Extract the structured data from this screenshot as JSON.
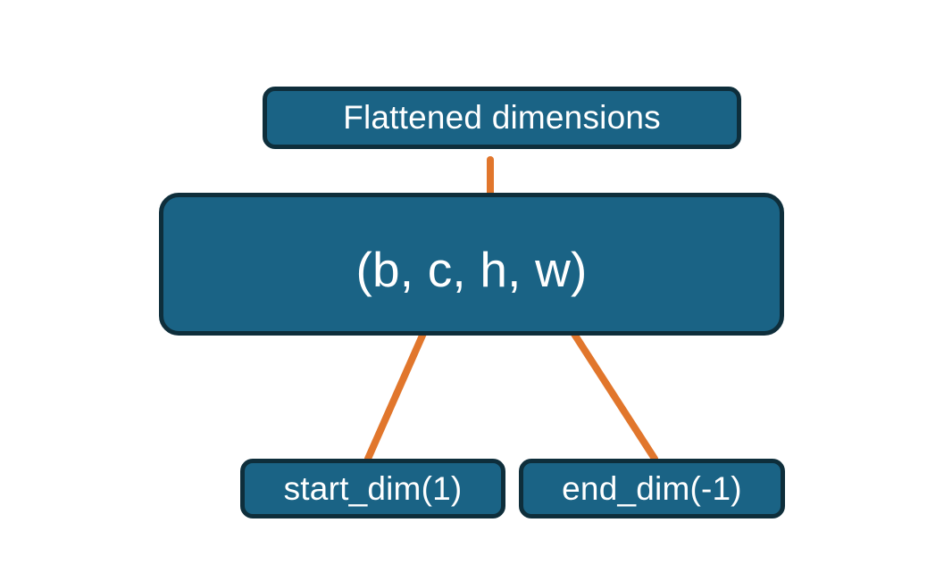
{
  "diagram": {
    "title_text": "Flattened dimensions",
    "shape_text": "(b, c, h, w)",
    "start_dim_text": "start_dim(1)",
    "end_dim_text": "end_dim(-1)",
    "colors": {
      "box_fill": "#1A6385",
      "box_border": "#0E2E3B",
      "box_text": "#FFFFFF",
      "connector": "#E1762C",
      "background": "#FFFFFF"
    },
    "connectors": [
      {
        "name": "brace-to-flattened",
        "type": "curly-brace-up",
        "from": "shape-dimensions-c-h-w",
        "to": "flattened-dimensions-box"
      },
      {
        "name": "start-dim-arrow",
        "type": "arrow",
        "from": "start_dim(1)",
        "to": "c"
      },
      {
        "name": "end-dim-arrow",
        "type": "arrow",
        "from": "end_dim(-1)",
        "to": "w"
      }
    ]
  }
}
